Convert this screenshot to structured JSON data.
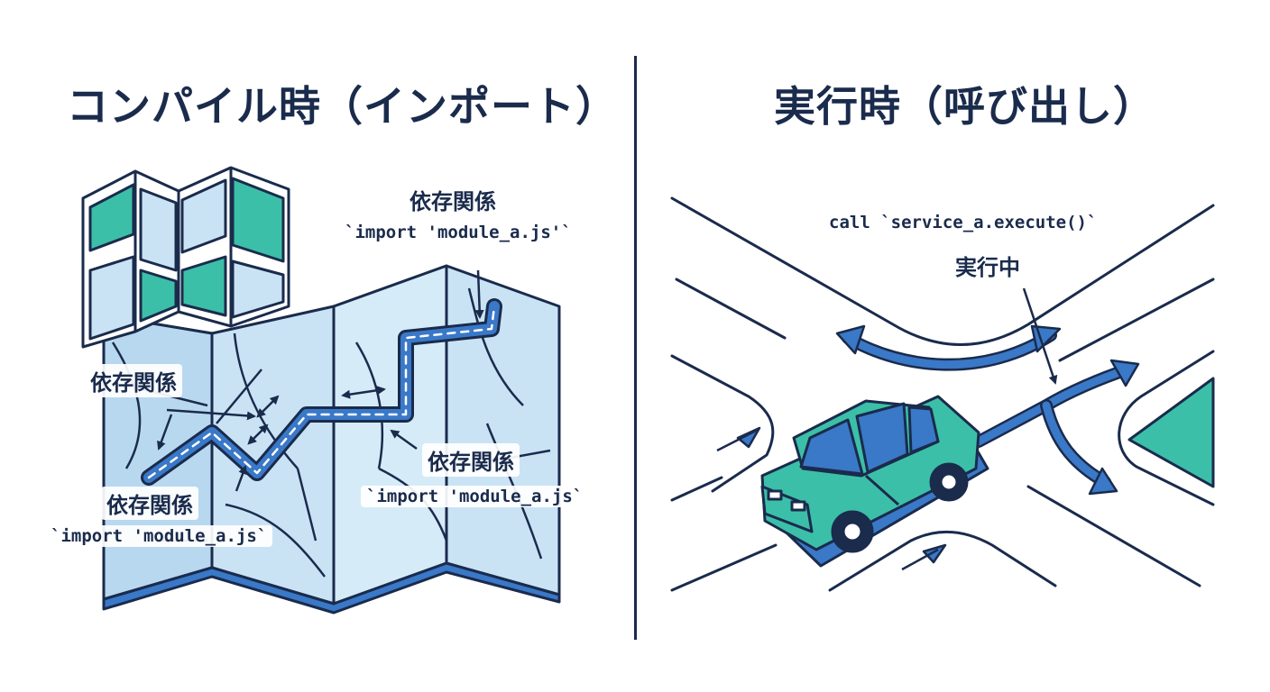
{
  "left_panel": {
    "title": "コンパイル時（インポート）",
    "labels": {
      "dep_top": "依存関係",
      "import_top": "`import 'module_a.js'`",
      "dep_left": "依存関係",
      "dep_bottom_left": "依存関係",
      "import_bottom_left": "`import 'module_a.js`",
      "dep_bottom_right": "依存関係",
      "import_bottom_right": "`import 'module_a.js`"
    }
  },
  "right_panel": {
    "title": "実行時（呼び出し）",
    "labels": {
      "call": "call `service_a.execute()`",
      "running": "実行中"
    }
  },
  "colors": {
    "navy": "#1a2b4c",
    "blue": "#3a78c8",
    "light_blue": "#c9e3f5",
    "teal": "#3cbfa8"
  }
}
